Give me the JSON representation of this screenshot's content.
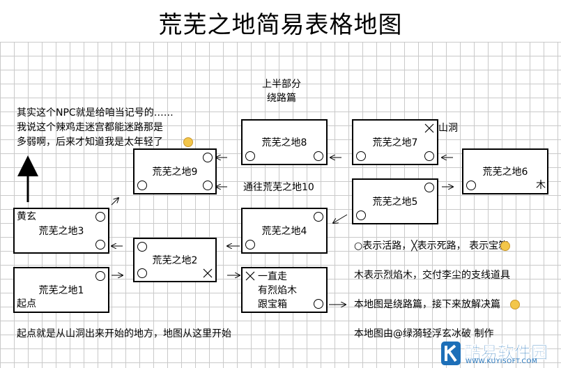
{
  "title": "荒芜之地简易表格地图",
  "section_heading": [
    "上半部分",
    "绕路篇"
  ],
  "note_lines": [
    "其实这个NPC就是给咱当记号的……",
    "我说这个辣鸡走迷宫都能迷路那是",
    "多弱啊，后来才知道我是太年轻了"
  ],
  "boxes": {
    "b1": {
      "name": "荒芜之地1",
      "corner": "起点"
    },
    "b2": {
      "name": "荒芜之地2"
    },
    "b3": {
      "name": "荒芜之地3",
      "corner": "黄玄"
    },
    "b4": {
      "name": "荒芜之地4"
    },
    "b5": {
      "name": "荒芜之地5"
    },
    "b6": {
      "name": "荒芜之地6",
      "corner": "木"
    },
    "b7": {
      "name": "荒芜之地7"
    },
    "b8": {
      "name": "荒芜之地8"
    },
    "b9": {
      "name": "荒芜之地9"
    },
    "b10": {
      "lines": [
        "一直走",
        "有烈焰木",
        "跟宝箱"
      ]
    }
  },
  "labels": {
    "cave": "山洞",
    "to10": "通往荒芜之地10"
  },
  "legend": {
    "line1": "○表示活路，╳表示死路，  表示宝箱",
    "line2": "木表示烈焰木，交付李尘的支线道具",
    "line3": "本地图是绕路篇，接下来放解决篇"
  },
  "footer": {
    "left": "起点就是从山洞出来开始的地方，地图从这里开始",
    "right": "本地图由@绿漪轻浮玄冰破 制作"
  },
  "watermark": {
    "brand": "酷易软件园",
    "url": "WWW.KUYISOFT.COM"
  },
  "colors": {
    "grid": "#c9c9c9",
    "line": "#000000",
    "badge": "#f3c64a",
    "logo_blue": "#1d6fb8"
  }
}
